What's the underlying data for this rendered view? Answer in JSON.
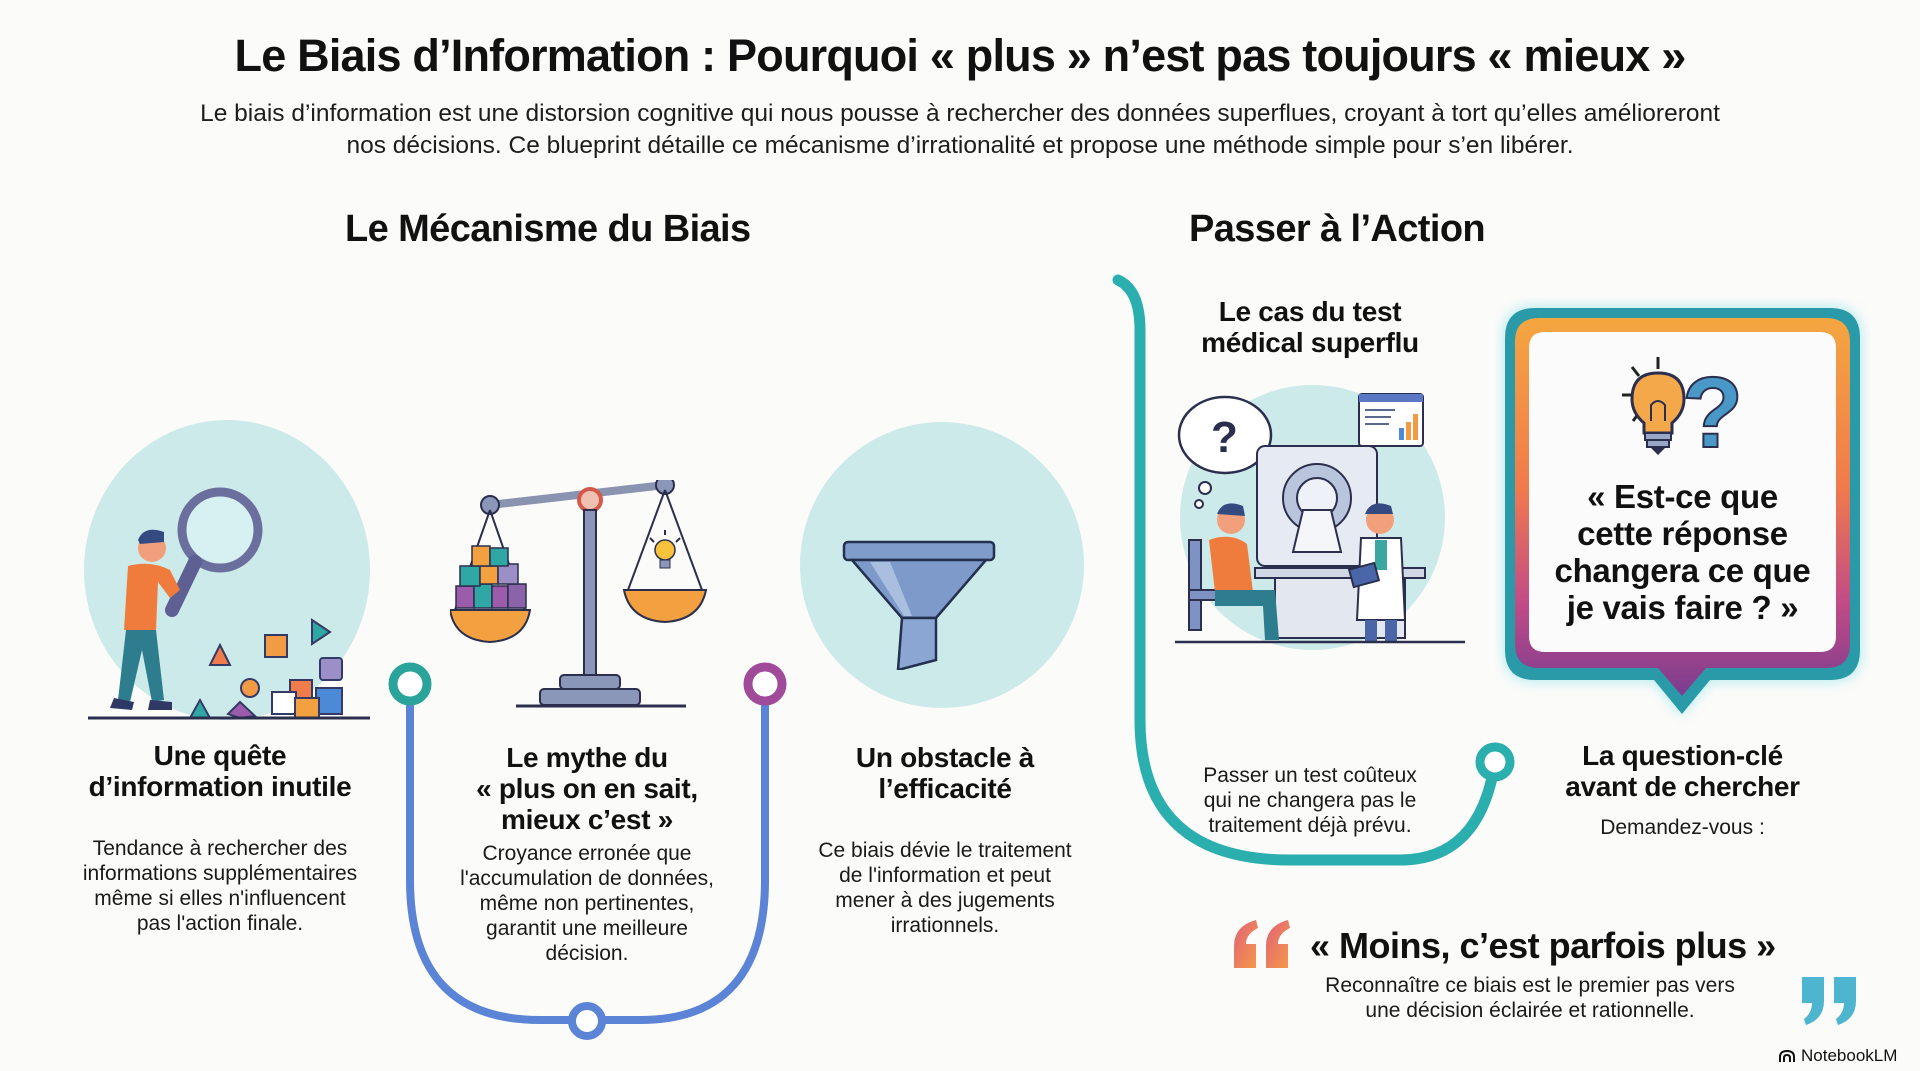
{
  "header": {
    "title": "Le Biais d’Information : Pourquoi « plus » n’est pas toujours « mieux »",
    "subtitle_line1": "Le biais d’information est une distorsion cognitive qui nous pousse à rechercher des données superflues, croyant à tort qu’elles amélioreront",
    "subtitle_line2": "nos décisions. Ce blueprint détaille ce mécanisme d’irrationalité et propose une méthode simple pour s’en libérer."
  },
  "sections": {
    "mechanism": {
      "title": "Le Mécanisme du Biais",
      "cards": [
        {
          "icon": "magnifying-glass-person-icon",
          "title_lines": [
            "Une quête",
            "d’information inutile"
          ],
          "text_lines": [
            "Tendance à rechercher des",
            "informations supplémentaires",
            "même si elles n'influencent",
            "pas l'action finale."
          ]
        },
        {
          "icon": "balance-scale-icon",
          "title_lines": [
            "Le mythe du",
            "« plus on en sait,",
            "mieux c’est »"
          ],
          "text_lines": [
            "Croyance erronée que",
            "l'accumulation de données,",
            "même non pertinentes,",
            "garantit une meilleure",
            "décision."
          ]
        },
        {
          "icon": "funnel-icon",
          "title_lines": [
            "Un obstacle à",
            "l’efficacité"
          ],
          "text_lines": [
            "Ce biais dévie le traitement",
            "de l'information et peut",
            "mener à des jugements",
            "irrationnels."
          ]
        }
      ]
    },
    "action": {
      "title": "Passer à l’Action",
      "case": {
        "icon": "medical-scan-icon",
        "title_lines": [
          "Le cas du test",
          "médical superflu"
        ],
        "text_lines": [
          "Passer un test coûteux",
          "qui ne changera pas le",
          "traitement déjà prévu."
        ]
      },
      "key_question": {
        "icon": "lightbulb-question-icon",
        "bubble_lines": [
          "« Est-ce que",
          "cette réponse",
          "changera ce que",
          "je vais faire ? »"
        ],
        "title_lines": [
          "La question-clé",
          "avant de chercher"
        ],
        "text": "Demandez-vous :"
      }
    }
  },
  "quote": {
    "main": "« Moins, c’est parfois plus »",
    "sub_line1": "Reconnaître ce biais est le premier pas vers",
    "sub_line2": "une décision éclairée et rationnelle."
  },
  "branding": {
    "label": "NotebookLM"
  },
  "colors": {
    "teal": "#2aaeae",
    "blue": "#5b84d6",
    "purple": "#a04b9a",
    "orange": "#f39a45",
    "circle_bg": "#cdeaea",
    "quote_open": "#ec7a55",
    "quote_close": "#4db5cf"
  }
}
